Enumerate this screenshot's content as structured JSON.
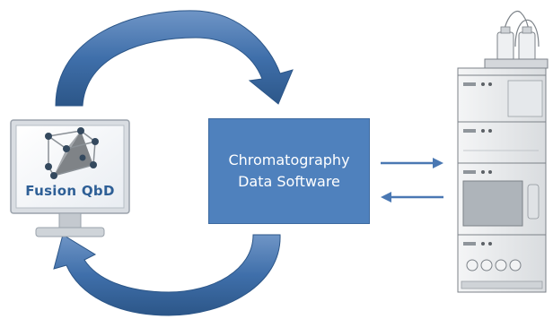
{
  "central_box": {
    "line1": "Chromatography",
    "line2": "Data Software"
  },
  "monitor": {
    "label": "Fusion QbD"
  },
  "colors": {
    "arrow_blue": "#3f6faa",
    "box_blue": "#4f81bd",
    "label_blue": "#2e5f96"
  },
  "icons": [
    "curved-arrow-icon",
    "straight-arrow-icon",
    "molecule-icon",
    "monitor-icon",
    "hplc-instrument-icon"
  ]
}
